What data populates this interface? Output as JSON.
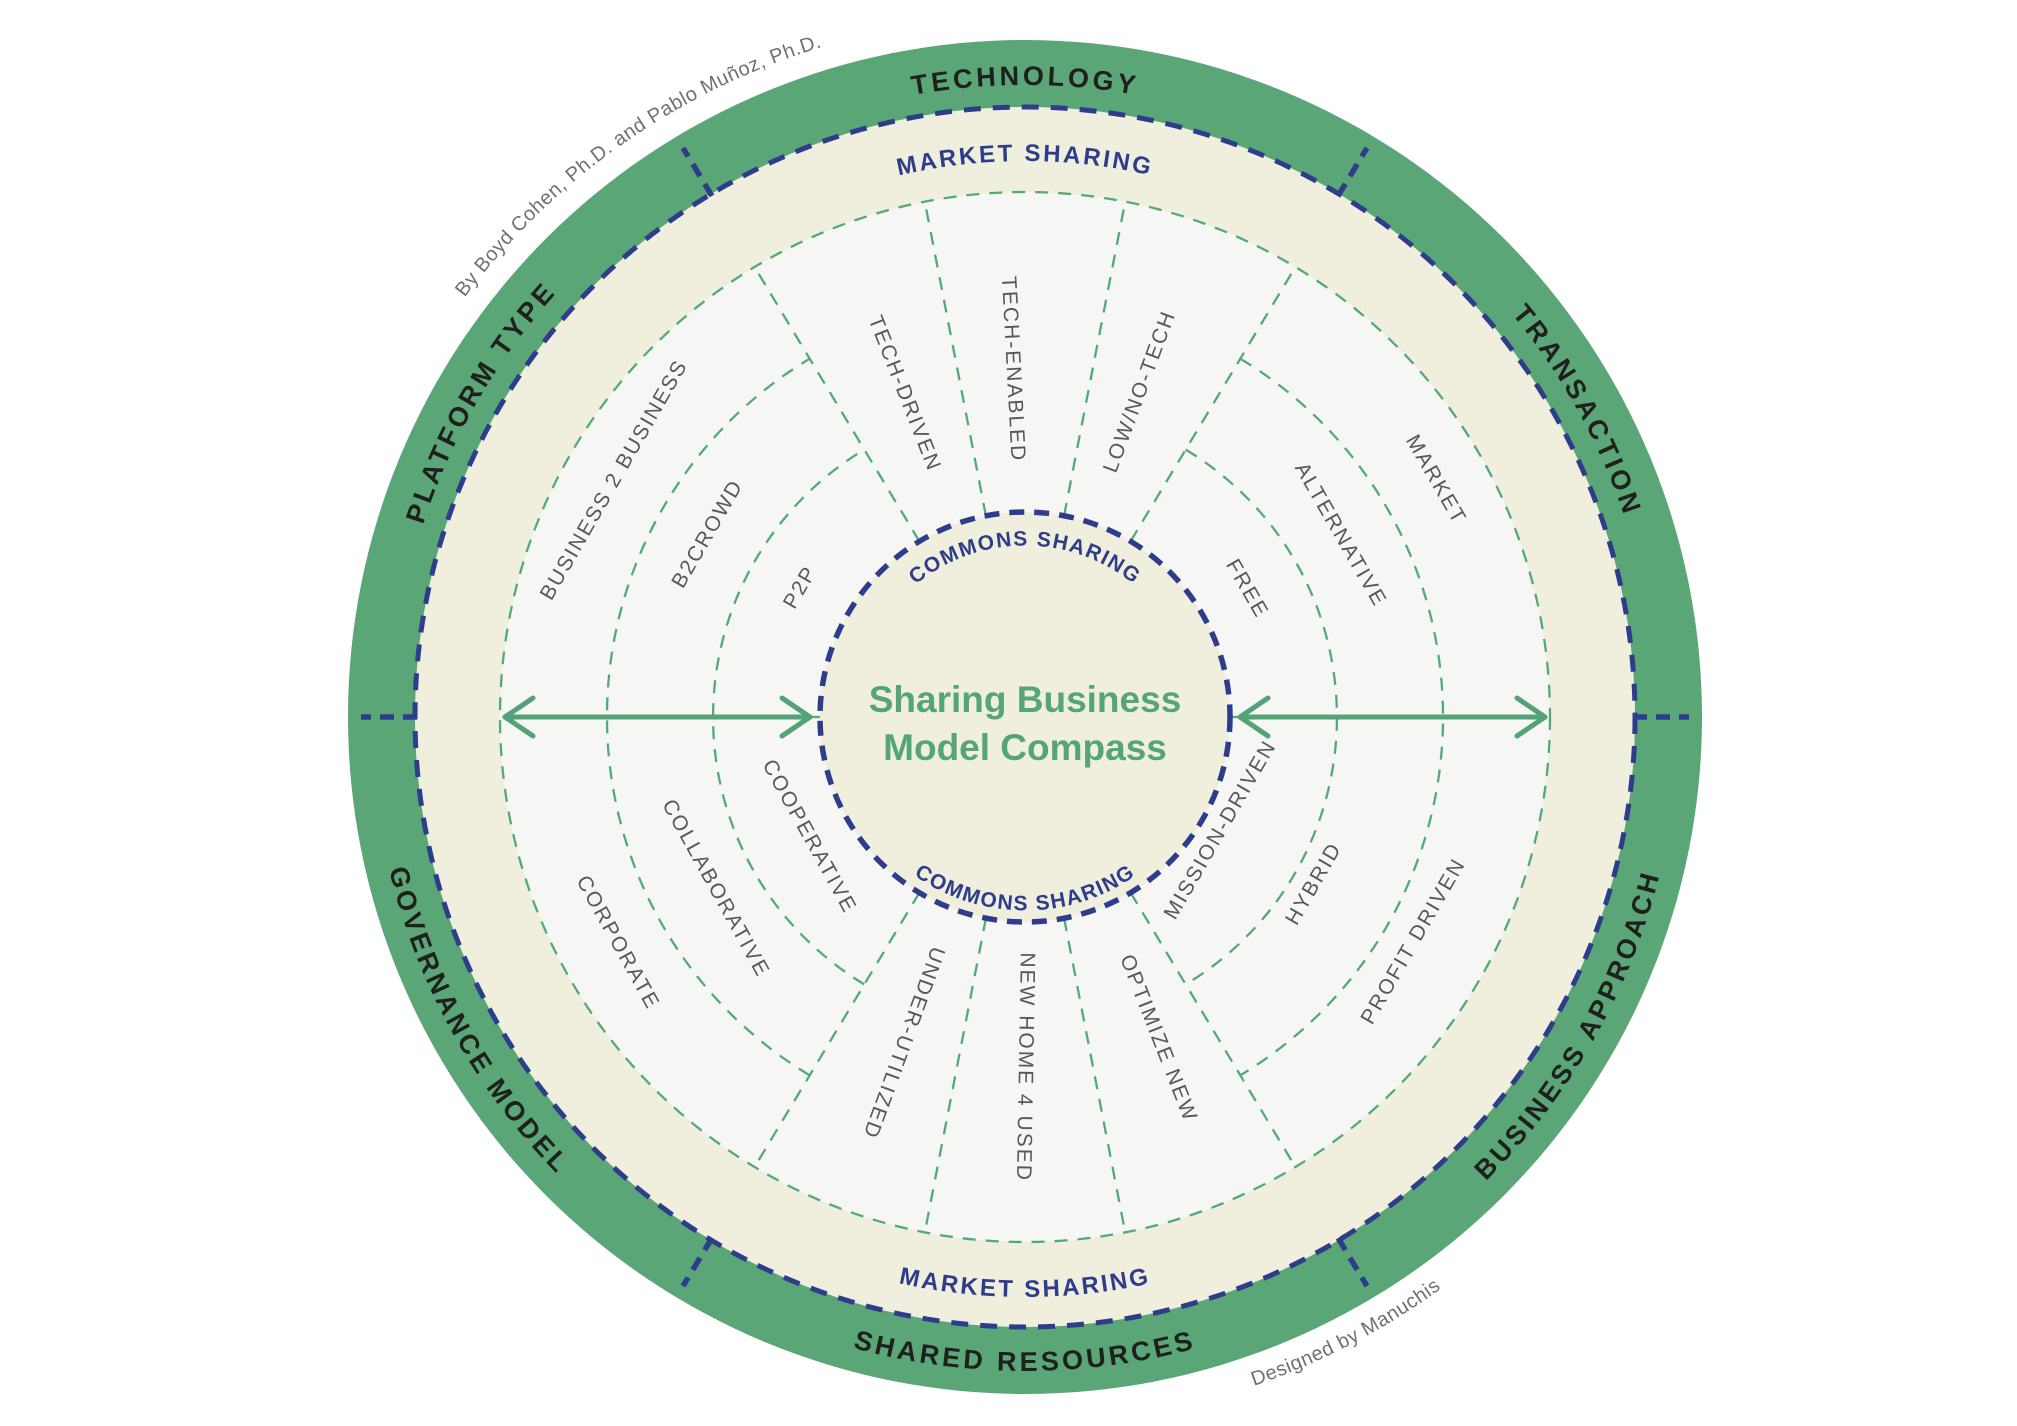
{
  "title": {
    "line1": "Sharing Business",
    "line2": "Model Compass"
  },
  "credits": {
    "authors": "By Boyd Cohen, Ph.D. and Pablo Muñoz, Ph.D.",
    "designer": "Designed by Manuchis"
  },
  "outer_ring": {
    "technology": "TECHNOLOGY",
    "transaction": "TRANSACTION",
    "business_approach": "BUSINESS APPROACH",
    "shared_resources": "SHARED RESOURCES",
    "governance_model": "GOVERNANCE MODEL",
    "platform_type": "PLATFORM TYPE"
  },
  "middle_ring": {
    "top": "MARKET SHARING",
    "bottom": "MARKET SHARING"
  },
  "inner_circle": {
    "top": "COMMONS SHARING",
    "bottom": "COMMONS SHARING"
  },
  "dimensions": {
    "technology": {
      "options": [
        "TECH-DRIVEN",
        "TECH-ENABLED",
        "LOW/NO-TECH"
      ]
    },
    "transaction": {
      "options": [
        "MARKET",
        "ALTERNATIVE",
        "FREE"
      ]
    },
    "business_approach": {
      "options": [
        "MISSION-DRIVEN",
        "HYBRID",
        "PROFIT DRIVEN"
      ]
    },
    "shared_resources": {
      "options": [
        "UNDER-UTILIZED",
        "NEW HOME 4 USED",
        "OPTIMIZE NEW"
      ]
    },
    "governance_model": {
      "options": [
        "CORPORATE",
        "COLLABORATIVE",
        "COOPERATIVE"
      ]
    },
    "platform_type": {
      "options": [
        "BUSINESS 2 BUSINESS",
        "B2CROWD",
        "P2P"
      ]
    }
  },
  "colors": {
    "ring_green": "#5aa676",
    "cream": "#f0eedd",
    "inner_disc": "#f6f7f4",
    "navy": "#2e3d8b",
    "dash_green": "#54a97a",
    "title_green": "#55a578",
    "option_gray": "#57585a",
    "ring_text": "#1f201e"
  }
}
